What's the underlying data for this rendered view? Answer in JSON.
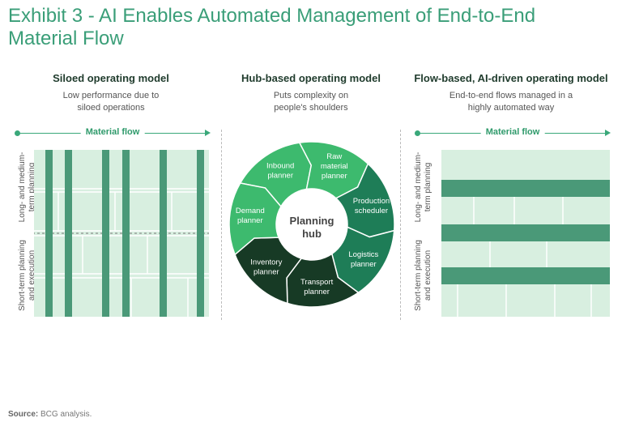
{
  "title": "Exhibit 3 - AI Enables Automated Management of End-to-End Material Flow",
  "columns": {
    "siloed": {
      "title": "Siloed operating model",
      "subtitle_line1": "Low performance due to",
      "subtitle_line2": "siloed operations"
    },
    "hub": {
      "title": "Hub-based operating model",
      "subtitle_line1": "Puts complexity on",
      "subtitle_line2": "people's shoulders"
    },
    "flow": {
      "title": "Flow-based, AI-driven operating model",
      "subtitle_line1": "End-to-end flows managed in a",
      "subtitle_line2": "highly automated way"
    }
  },
  "material_flow_label": "Material flow",
  "row_labels": {
    "long_line1": "Long- and medium-",
    "long_line2": "term planning",
    "short_line1": "Short-term planning",
    "short_line2": "and execution"
  },
  "hub": {
    "center_line1": "Planning",
    "center_line2": "hub",
    "segments": [
      {
        "line1": "Inbound",
        "line2": "planner",
        "color": "#3dba6e"
      },
      {
        "line1": "Raw",
        "line2": "material",
        "line3": "planner",
        "color": "#3dba6e"
      },
      {
        "line1": "Production",
        "line2": "scheduler",
        "color": "#1e7d57"
      },
      {
        "line1": "Logistics",
        "line2": "planner",
        "color": "#1e7d57"
      },
      {
        "line1": "Transport",
        "line2": "planner",
        "color": "#173a25"
      },
      {
        "line1": "Inventory",
        "line2": "planner",
        "color": "#173a25"
      },
      {
        "line1": "Demand",
        "line2": "planner",
        "color": "#3dba6e"
      }
    ]
  },
  "colors": {
    "title": "#3a9e78",
    "panel_bg": "#d8efe0",
    "bar": "#4a9978",
    "arrow": "#3aa87a"
  },
  "source": {
    "label": "Source:",
    "text": "BCG analysis."
  }
}
